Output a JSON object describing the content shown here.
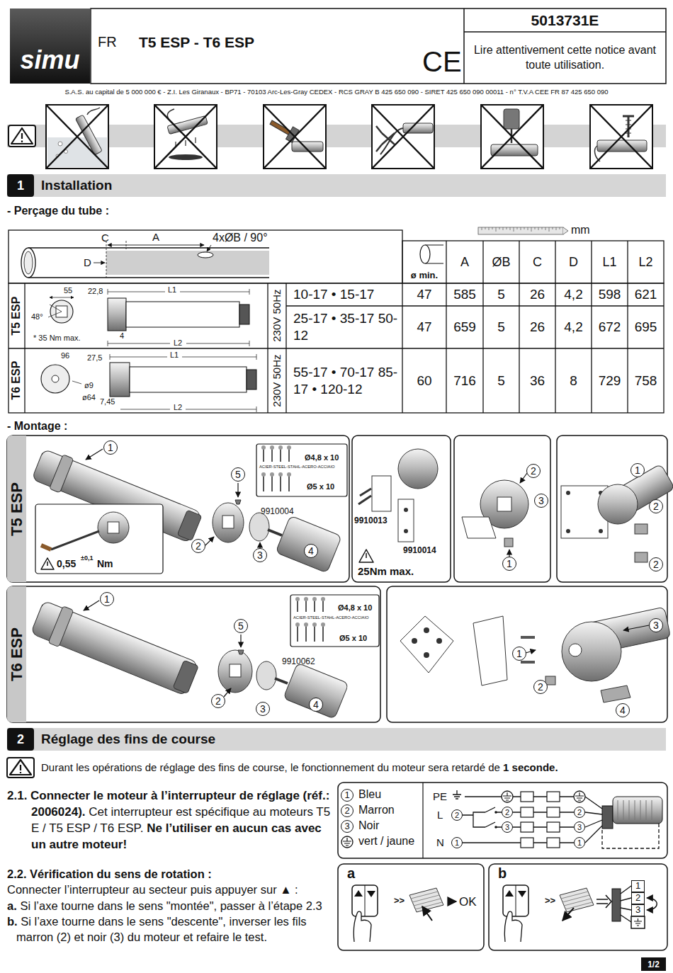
{
  "diagram": {
    "title": "T5 ESP - T6 ESP",
    "nodes": [
      {
        "text": [
          "simu"
        ]
      },
      {
        "text": [
          "5013731E"
        ]
      },
      {
        "text": [
          "Lire attentivement cette notice avant toute utilisation."
        ]
      },
      {
        "text": [
          "Installation"
        ]
      },
      {
        "text": [
          "1"
        ],
        "in": 3
      },
      {
        "text": [
          "T5 ESP"
        ]
      },
      {
        "text": [
          "T6 ESP"
        ]
      },
      {
        "text": [
          "Réglage des fins de course"
        ]
      },
      {
        "text": [
          "2"
        ],
        "in": 7
      },
      {
        "text": [
          "1/2"
        ]
      }
    ],
    "labels": [
      "FR",
      "CE",
      "S.A.S. au capital de 5 000 000 € - Z.I. Les Giranaux - BP71 - 70103 Arc-Les-Gray CEDEX - RCS GRAY B 425 650 090 - SIRET 425 650 090 00011 - n° T.V.A CEE FR 87 425 650 090",
      "- Perçage du tube :",
      "mm",
      "C",
      "A",
      "4xØB / 90°",
      "D",
      "ø min.",
      "A",
      "ØB",
      "C",
      "D",
      "L1",
      "L2",
      "T5 ESP",
      "T6 ESP",
      "55",
      "22,8",
      "L1",
      "48°",
      "* 35 Nm max.",
      "4",
      "L2",
      "96",
      "27,5",
      "L1",
      "ø9",
      "ø64",
      "7,45",
      "L2",
      "230V 50Hz",
      "230V 50Hz",
      "10-17 • 15-17",
      "25-17 • 35-17 50-12",
      "55-17 • 70-17 85-17 • 120-12",
      "47",
      "585",
      "5",
      "26",
      "4,2",
      "598",
      "621",
      "47",
      "659",
      "5",
      "26",
      "4,2",
      "672",
      "695",
      "60",
      "716",
      "5",
      "36",
      "8",
      "729",
      "758",
      "- Montage :",
      "1",
      "5",
      "Ø4,8 x 10",
      "ACIER-STEEL-STAHL-ACERO-ACCIAIO",
      "Ø5 x 10",
      "9910004",
      "2",
      "3",
      "4",
      "0,55",
      "±0,1",
      "Nm",
      "9910013",
      "9910014",
      "25Nm max.",
      "2",
      "3",
      "1",
      "1",
      "2",
      "2",
      "1",
      "5",
      "Ø4,8 x 10",
      "ACIER-STEEL-STAHL-ACERO-ACCIAIO",
      "Ø5 x 10",
      "9910062",
      "2",
      "3",
      "4",
      "3",
      "1",
      "2",
      "4",
      "Durant les opérations de réglage des fins de course, le fonctionnement du moteur sera retardé de",
      "1 seconde.",
      "2.1. Connecter le moteur à l’interrupteur de réglage (réf.: 2006024).",
      "Cet interrupteur est spécifique au moteurs T5 E / T5 ESP / T6 ESP.",
      "Ne l’utiliser en aucun cas avec un autre moteur!",
      "2.2. Vérification du sens de rotation :",
      "Connecter l’interrupteur au secteur puis appuyer sur ▲ :",
      "a.",
      "Si l’axe tourne dans le sens \"montée\", passer à l’étape 2.3",
      "b.",
      "Si l’axe tourne dans le sens \"descente\", inverser les fils marron (2) et noir (3) du moteur et refaire le test.",
      "1",
      "2",
      "3",
      "PE",
      "L",
      "2",
      "N",
      "1",
      "2",
      "2",
      "3",
      "3",
      "1",
      "a",
      ">>",
      "OK",
      "b",
      ">>",
      "1",
      "2",
      "3"
    ],
    "legend": [
      {
        "text": "Bleu"
      },
      {
        "text": "Marron"
      },
      {
        "text": "Noir"
      },
      {
        "text": "vert / jaune"
      }
    ]
  }
}
